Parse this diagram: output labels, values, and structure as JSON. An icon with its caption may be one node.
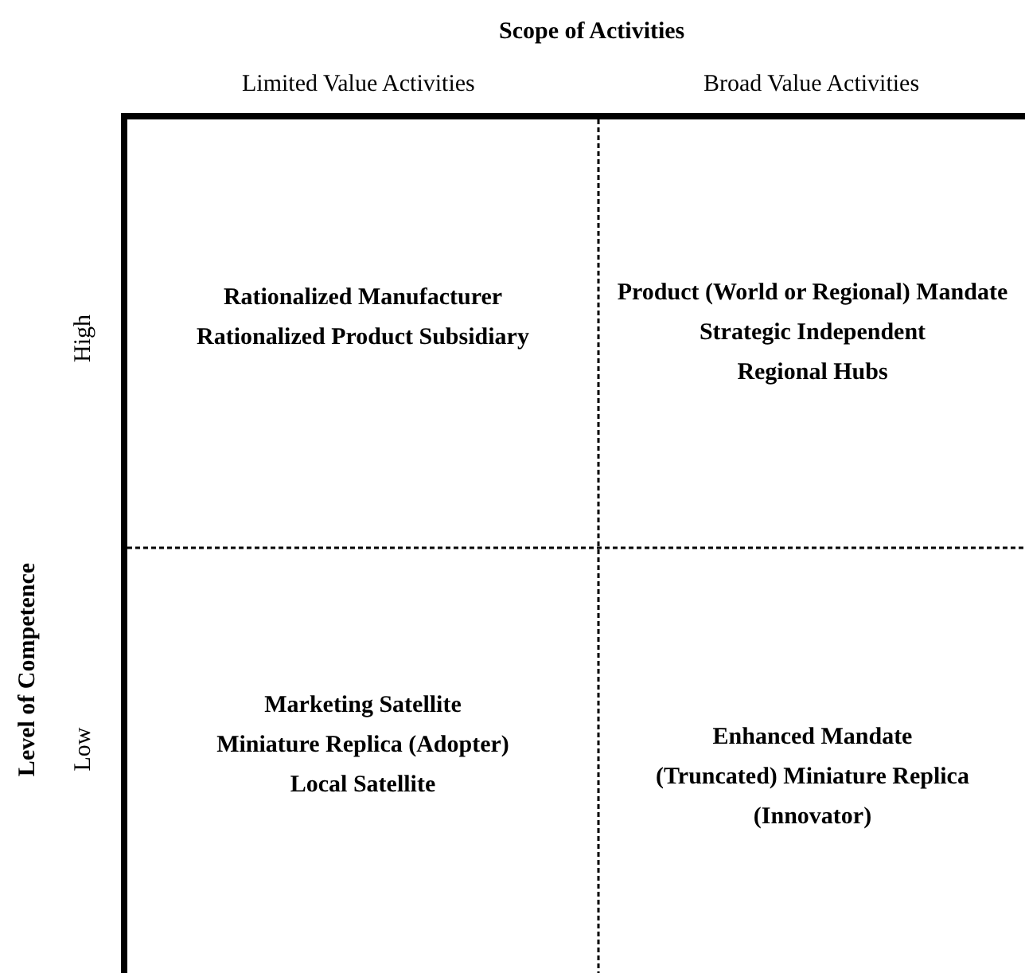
{
  "diagram": {
    "nodes": [
      {
        "text": [
          "Rationalized Manufacturer",
          "Rationalized Product Subsidiary"
        ]
      },
      {
        "text": [
          "Product (World or Regional) Mandate",
          "Strategic Independent",
          "Regional Hubs"
        ]
      },
      {
        "text": [
          "Marketing Satellite",
          "Miniature Replica (Adopter)",
          "Local Satellite"
        ]
      },
      {
        "text": [
          "Enhanced Mandate",
          "(Truncated) Miniature Replica (Innovator)"
        ]
      }
    ],
    "edges": [],
    "labels": [
      "Scope of Activities",
      "Limited Value Activities",
      "Broad Value Activities",
      "Level of Competence",
      "High",
      "Low"
    ]
  }
}
